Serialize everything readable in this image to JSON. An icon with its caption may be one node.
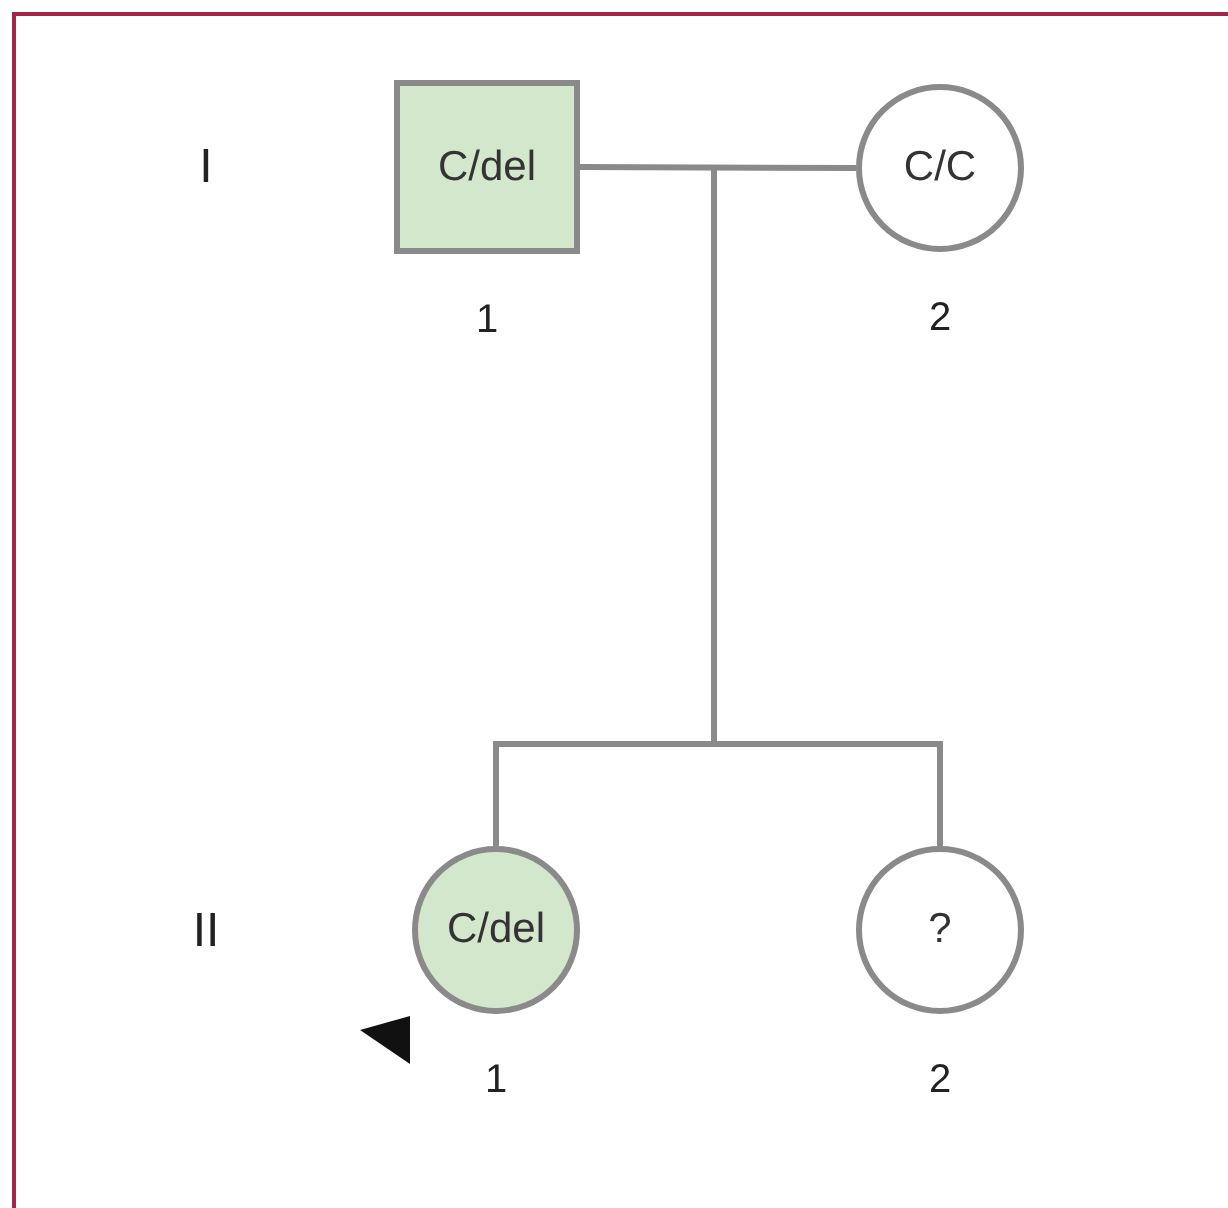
{
  "diagram": {
    "nodes": [
      {
        "text": [
          "C/del"
        ],
        "beside": [
          "1"
        ]
      },
      {
        "text": [
          "C/C"
        ],
        "beside": [
          "2"
        ]
      },
      {
        "text": [
          "C/del"
        ],
        "beside": [
          "1"
        ]
      },
      {
        "text": [
          "?"
        ],
        "beside": [
          "2"
        ]
      }
    ],
    "edges": [
      {
        "from": 0,
        "to": 1,
        "arrow": "none"
      },
      {
        "from": null,
        "to": 2,
        "arrow": "none"
      },
      {
        "from": null,
        "to": 3,
        "arrow": "none"
      }
    ],
    "labels": [
      "I",
      "II"
    ]
  }
}
